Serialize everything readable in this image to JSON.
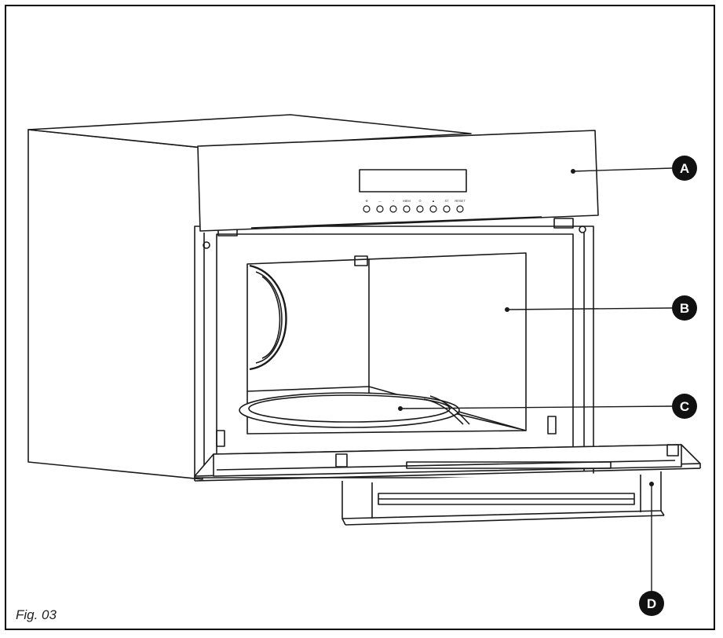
{
  "figure": {
    "caption": "Fig. 03"
  },
  "callouts": [
    {
      "id": "A",
      "label": "A"
    },
    {
      "id": "B",
      "label": "B"
    },
    {
      "id": "C",
      "label": "C"
    },
    {
      "id": "D",
      "label": "D"
    }
  ],
  "control_panel": {
    "button_labels": [
      "⊕",
      "—",
      "+",
      "MEM",
      "⊙",
      "▲",
      "ST",
      "RESET"
    ]
  },
  "colors": {
    "line": "#1a1a1a",
    "callout_fill": "#111111",
    "callout_text": "#ffffff"
  }
}
